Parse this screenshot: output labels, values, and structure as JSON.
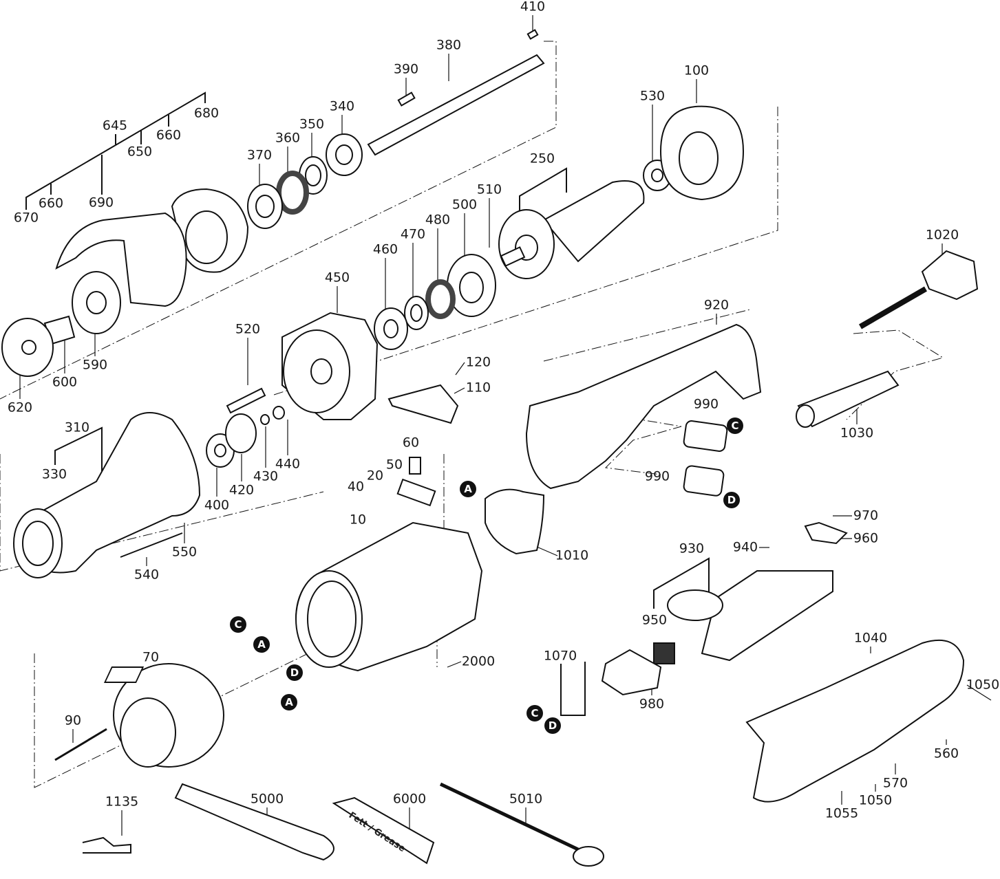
{
  "diagram": {
    "part_labels": [
      "410",
      "380",
      "390",
      "340",
      "350",
      "360",
      "370",
      "100",
      "530",
      "250",
      "645",
      "680",
      "660",
      "650",
      "660",
      "690",
      "670",
      "510",
      "500",
      "480",
      "470",
      "460",
      "450",
      "1020",
      "920",
      "520",
      "120",
      "110",
      "620",
      "600",
      "590",
      "990",
      "1030",
      "310",
      "330",
      "60",
      "50",
      "20",
      "40",
      "400",
      "420",
      "430",
      "440",
      "990",
      "970",
      "960",
      "940",
      "10",
      "1010",
      "550",
      "540",
      "930",
      "950",
      "2000",
      "1040",
      "1070",
      "70",
      "90",
      "980",
      "1050",
      "560",
      "570",
      "1050",
      "1055",
      "1135",
      "5000",
      "6000",
      "5010"
    ],
    "connector_markers": [
      "A",
      "C",
      "A",
      "D",
      "A",
      "C",
      "D",
      "C",
      "D"
    ],
    "grease_tube_text": "Fett / Grease"
  }
}
